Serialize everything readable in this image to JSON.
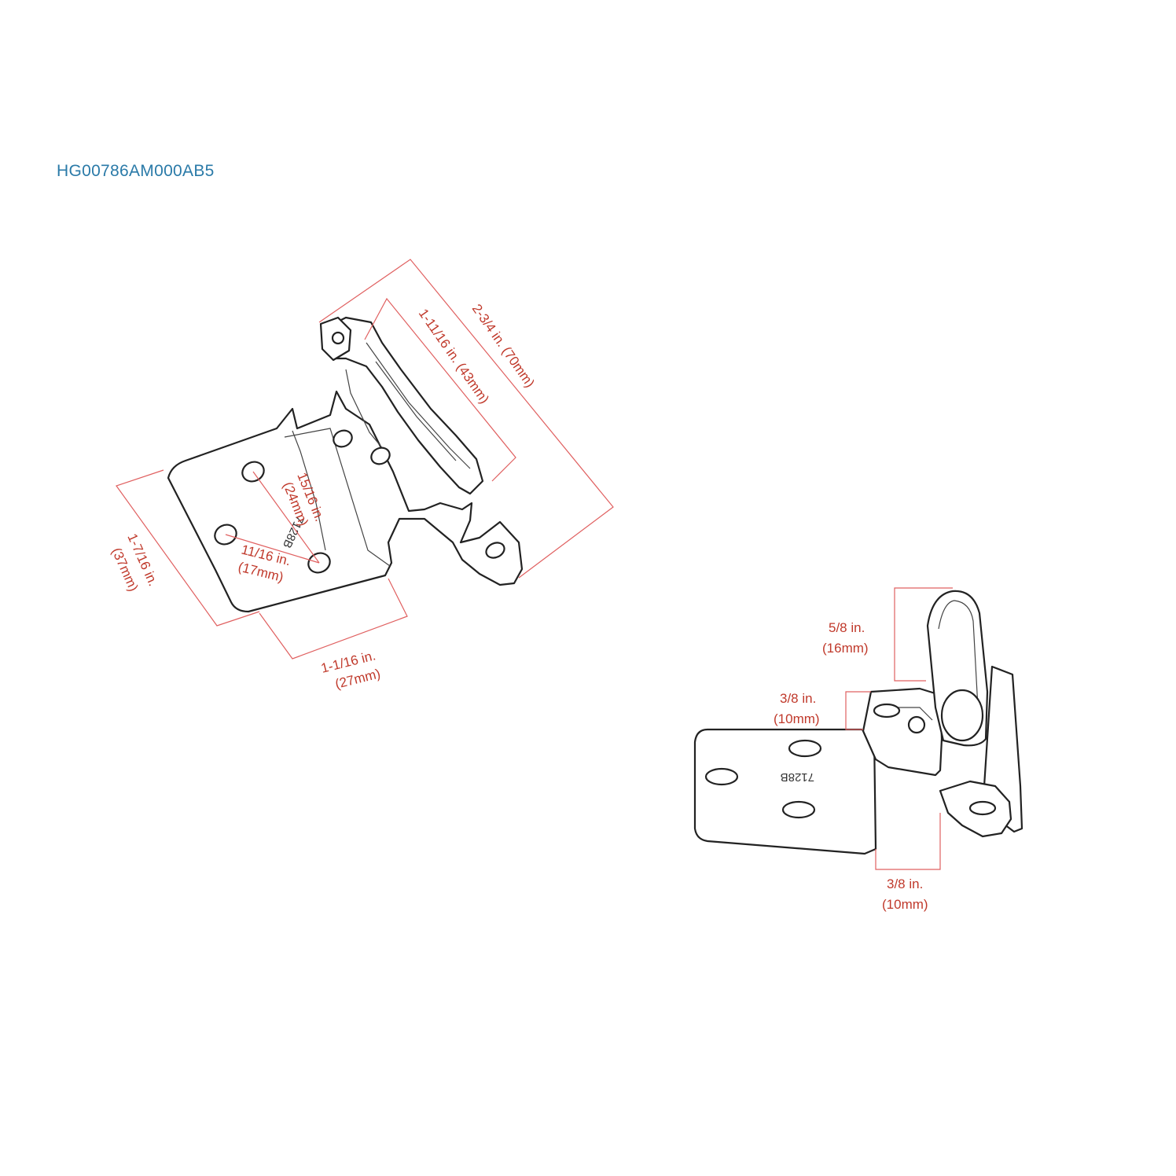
{
  "part_code": "HG00786AM000AB5",
  "colors": {
    "part_code": "#2a7aa8",
    "dimension": "#c0392b",
    "dimension_line": "#e06060",
    "outline": "#222222"
  },
  "stamp": "7128B",
  "dimensions_left": {
    "overall_length": "2-3/4 in. (70mm)",
    "leaf_length": "1-11/16 in. (43mm)",
    "hole_spacing_long_1": "15/16 in.",
    "hole_spacing_long_2": "(24mm)",
    "hole_spacing_short_1": "11/16 in.",
    "hole_spacing_short_2": "(17mm)",
    "plate_height_1": "1-7/16 in.",
    "plate_height_2": "(37mm)",
    "plate_width_1": "1-1/16 in.",
    "plate_width_2": "(27mm)"
  },
  "dimensions_right": {
    "knuckle_height_1": "5/8 in.",
    "knuckle_height_2": "(16mm)",
    "offset_1": "3/8 in.",
    "offset_2": "(10mm)",
    "bottom_offset_1": "3/8 in.",
    "bottom_offset_2": "(10mm)"
  }
}
